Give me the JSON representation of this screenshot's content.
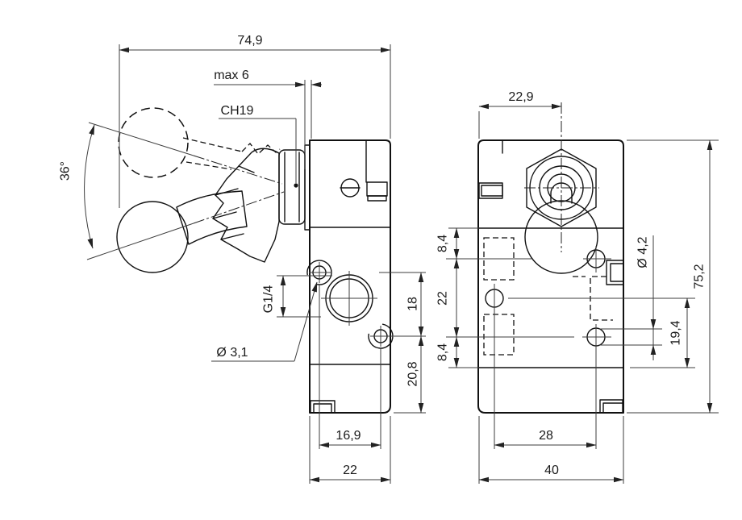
{
  "drawing": {
    "type": "technical-drawing",
    "subject": "manually operated lever valve, two orthographic views",
    "dims": {
      "width_total": "74,9",
      "stroke_max": "max 6",
      "wrench_size": "CH19",
      "swing_angle": "36°",
      "port_thread": "G1/4",
      "pilot_hole_dia": "Ø 3,1",
      "port_offset": "18",
      "base_offset": "20,8",
      "hole_pitch_side": "16,9",
      "body_depth": "22",
      "hex_offset": "22,9",
      "hole_offset_top": "8,4",
      "hole_pitch_vert": "22",
      "hole_offset_bottom": "8,4",
      "mount_hole_dia": "Ø 4,2",
      "hole_offset_lower": "19,4",
      "body_height": "75,2",
      "hole_pitch_front": "28",
      "body_width": "40"
    },
    "colors": {
      "line": "#111111",
      "dim": "#3d3d3d",
      "background": "#ffffff"
    }
  }
}
